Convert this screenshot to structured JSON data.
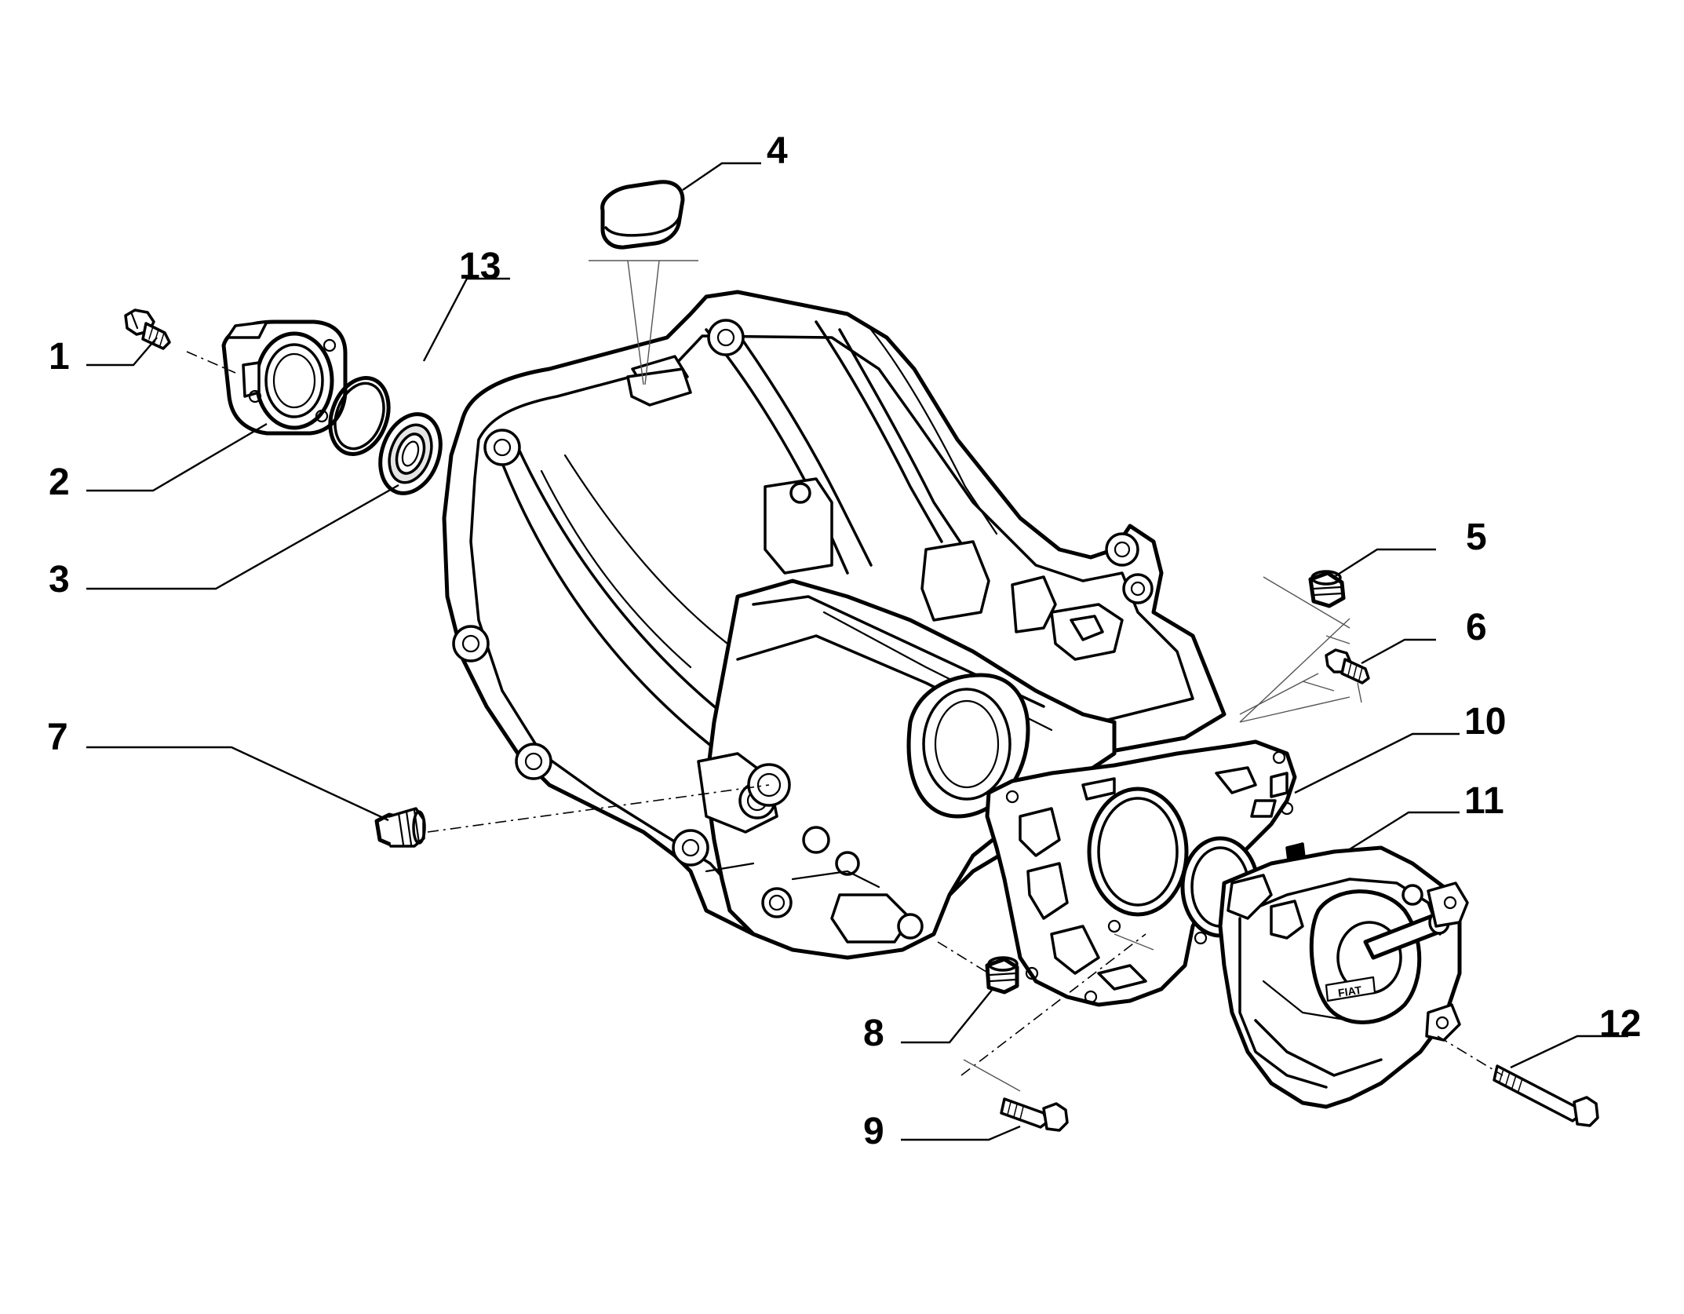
{
  "diagram": {
    "callouts": [
      {
        "id": "1",
        "label": "1"
      },
      {
        "id": "2",
        "label": "2"
      },
      {
        "id": "3",
        "label": "3"
      },
      {
        "id": "4",
        "label": "4"
      },
      {
        "id": "5",
        "label": "5"
      },
      {
        "id": "6",
        "label": "6"
      },
      {
        "id": "7",
        "label": "7"
      },
      {
        "id": "8",
        "label": "8"
      },
      {
        "id": "9",
        "label": "9"
      },
      {
        "id": "10",
        "label": "10"
      },
      {
        "id": "11",
        "label": "11"
      },
      {
        "id": "12",
        "label": "12"
      },
      {
        "id": "13",
        "label": "13"
      }
    ],
    "cover_logo_text": "FIAT"
  }
}
